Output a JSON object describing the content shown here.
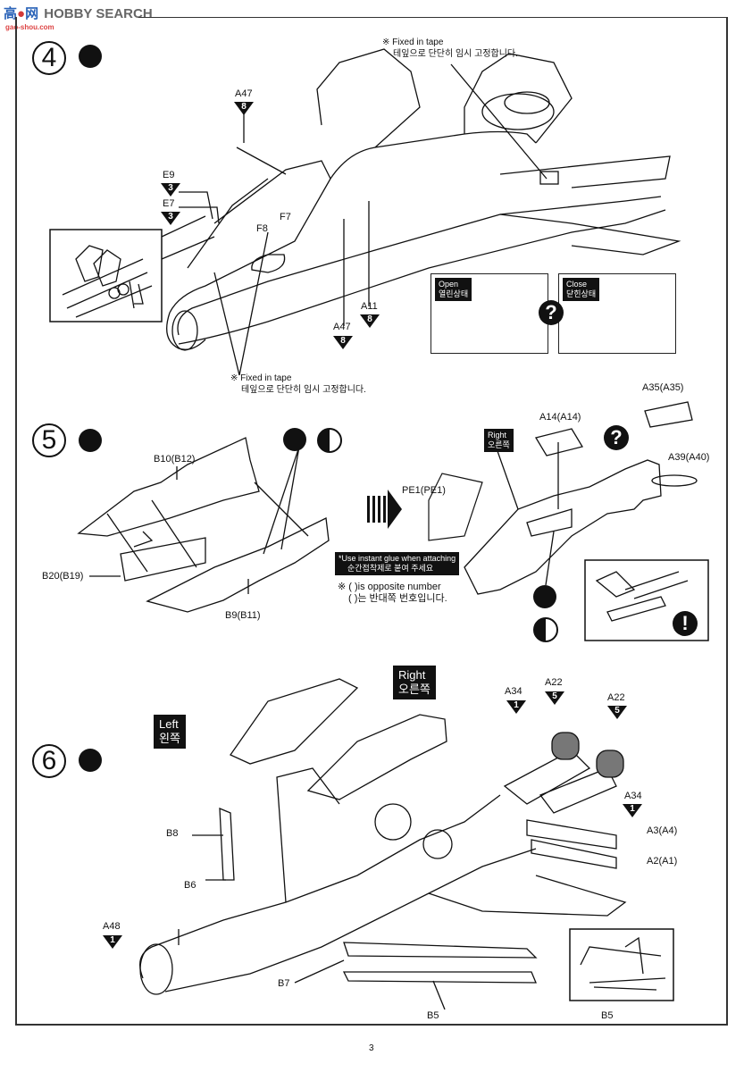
{
  "watermark": {
    "brand_cn": "高",
    "brand_cn2": "网",
    "brand_en": "HOBBY SEARCH",
    "domain": "gao-shou.com"
  },
  "page_number": "3",
  "steps": [
    {
      "number": "4",
      "icon": "glue-icon",
      "parts": [
        {
          "part": "A47",
          "sprue": "8"
        },
        {
          "part": "E9",
          "sprue": "3"
        },
        {
          "part": "E7",
          "sprue": "3"
        },
        {
          "part": "F7"
        },
        {
          "part": "F8"
        },
        {
          "part": "A47",
          "sprue": "8"
        },
        {
          "part": "A11",
          "sprue": "8"
        }
      ],
      "notes": [
        {
          "symbol": "※",
          "en": "Fixed in tape",
          "kr": "테잎으로 단단히 임시 고정합니다."
        },
        {
          "symbol": "※",
          "en": "Fixed in tape",
          "kr": "테잎으로 단단히 임시 고정합니다."
        }
      ],
      "options": [
        {
          "en": "Open",
          "kr": "열린상태"
        },
        {
          "en": "Close",
          "kr": "닫힌상태"
        }
      ],
      "choice_icon": "?"
    },
    {
      "number": "5",
      "icon": "glue-icon",
      "parts": [
        {
          "part": "B10(B12)"
        },
        {
          "part": "B20(B19)"
        },
        {
          "part": "B9(B11)"
        },
        {
          "part": "PE1(PE1)"
        },
        {
          "part": "A14(A14)"
        },
        {
          "part": "A35(A35)"
        },
        {
          "part": "A39(A40)"
        }
      ],
      "side_label": {
        "en": "Right",
        "kr": "오른쪽"
      },
      "glue_note": {
        "en": "*Use instant glue when attaching",
        "kr": "순간접착제로 붙여 주세요"
      },
      "opposite_note": {
        "symbol": "※",
        "en": "( )is opposite number",
        "kr": "( )는 반대쪽 번호입니다."
      },
      "choice_icon": "?",
      "warning_icon": "!"
    },
    {
      "number": "6",
      "icon": "glue-icon",
      "parts": [
        {
          "part": "A34",
          "sprue": "1"
        },
        {
          "part": "A22",
          "sprue": "5"
        },
        {
          "part": "A22",
          "sprue": "5"
        },
        {
          "part": "A34",
          "sprue": "1"
        },
        {
          "part": "A3(A4)"
        },
        {
          "part": "A2(A1)"
        },
        {
          "part": "B8"
        },
        {
          "part": "B6"
        },
        {
          "part": "A48",
          "sprue": "1"
        },
        {
          "part": "B7"
        },
        {
          "part": "B5"
        },
        {
          "part": "B5"
        }
      ],
      "left_label": {
        "en": "Left",
        "kr": "왼쪽"
      },
      "right_label": {
        "en": "Right",
        "kr": "오른쪽"
      }
    }
  ]
}
